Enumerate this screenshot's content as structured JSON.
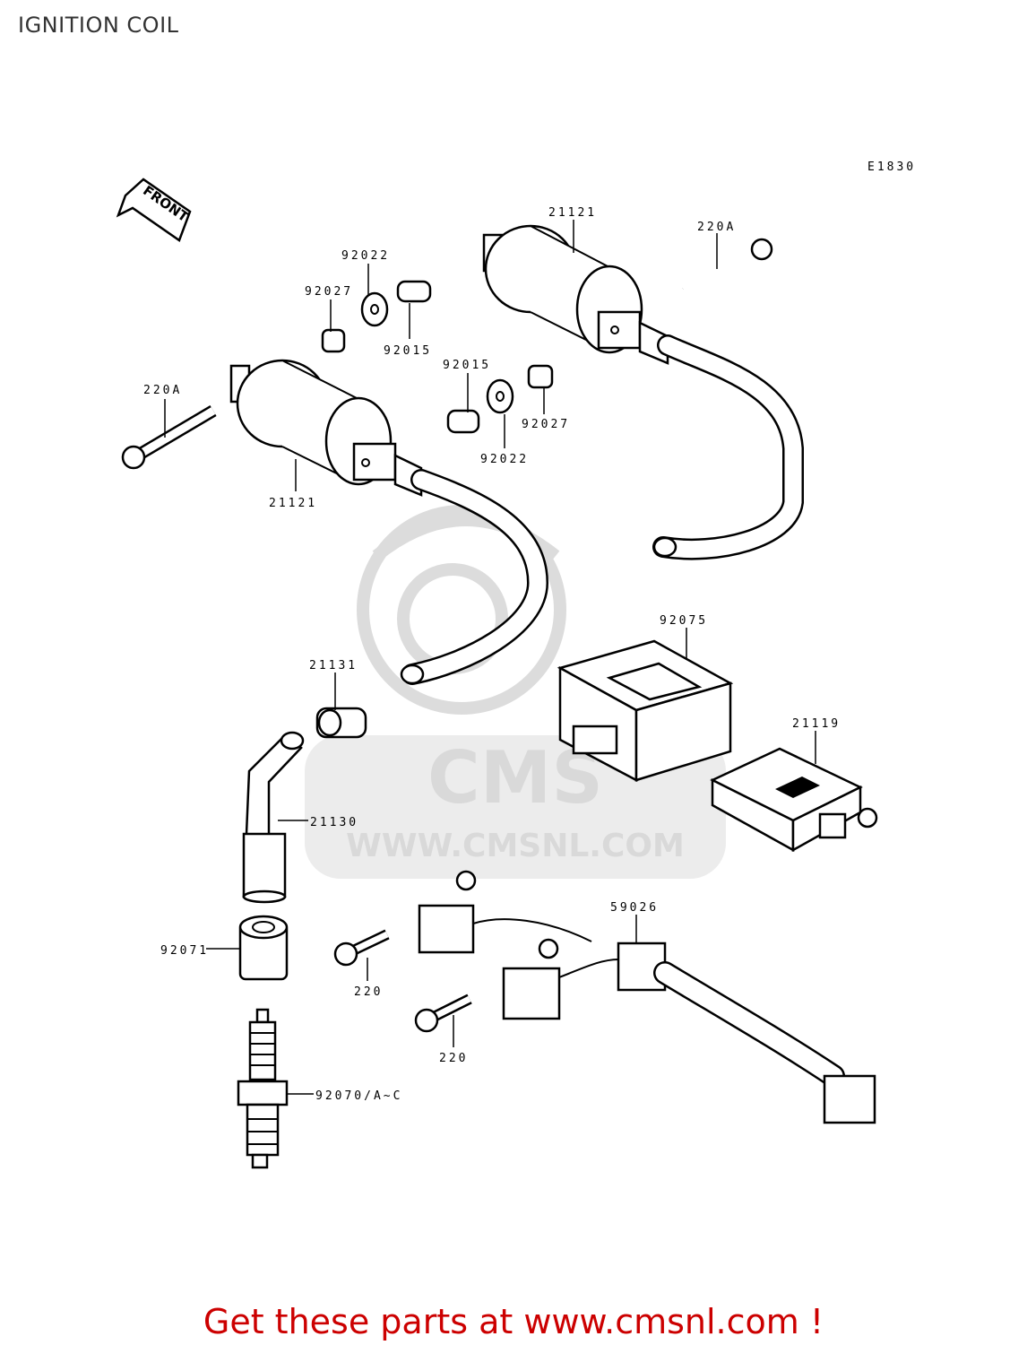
{
  "page_title": "IGNITION COIL",
  "diagram_code": "E1830",
  "front_label": "FRONT",
  "watermark": {
    "brand": "CMS",
    "url": "WWW.CMSNL.COM"
  },
  "parts": [
    {
      "id": "coil-top",
      "number": "21121"
    },
    {
      "id": "bolt-top",
      "number": "220A"
    },
    {
      "id": "washer-left",
      "number": "92022"
    },
    {
      "id": "spacer-left",
      "number": "92027"
    },
    {
      "id": "collar-left",
      "number": "92015"
    },
    {
      "id": "collar-right",
      "number": "92015"
    },
    {
      "id": "spacer-right",
      "number": "92027"
    },
    {
      "id": "washer-right",
      "number": "92022"
    },
    {
      "id": "bolt-left",
      "number": "220A"
    },
    {
      "id": "coil-left",
      "number": "21121"
    },
    {
      "id": "cap-nut",
      "number": "21131"
    },
    {
      "id": "plug-cap",
      "number": "21130"
    },
    {
      "id": "seal",
      "number": "92071"
    },
    {
      "id": "spark-plug",
      "number": "92070/A~C"
    },
    {
      "id": "cover",
      "number": "92075"
    },
    {
      "id": "igniter",
      "number": "21119"
    },
    {
      "id": "pickup-coil",
      "number": "59026"
    },
    {
      "id": "screw-a",
      "number": "220"
    },
    {
      "id": "screw-b",
      "number": "220"
    }
  ],
  "footer_text": "Get these parts at www.cmsnl.com !"
}
